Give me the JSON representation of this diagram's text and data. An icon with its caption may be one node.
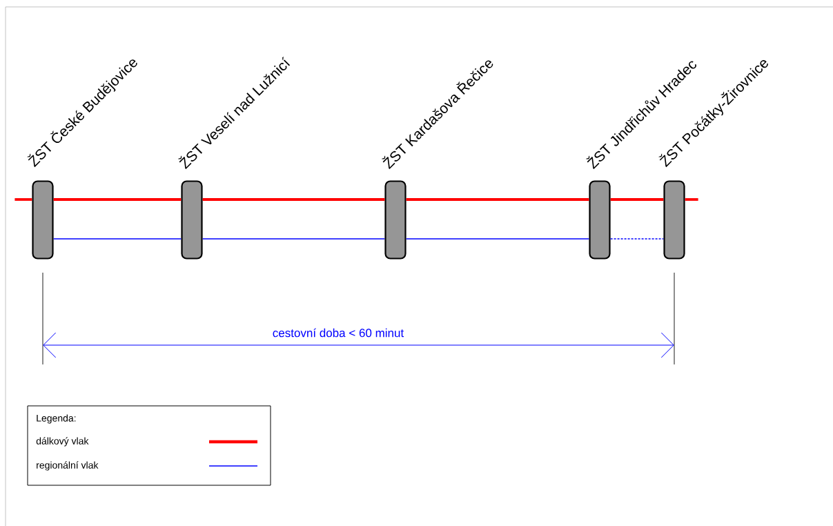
{
  "diagram": {
    "nodes": [
      {
        "text": [],
        "shape": "box",
        "beside": [
          "ŽST České  Budějovice"
        ]
      },
      {
        "text": [],
        "shape": "box",
        "beside": [
          "ŽST Veselí nad Lužnicí"
        ]
      },
      {
        "text": [],
        "shape": "box",
        "beside": [
          "ŽST Kardašova Řečice"
        ]
      },
      {
        "text": [],
        "shape": "box",
        "beside": [
          "ŽST Jindřichův Hradec"
        ]
      },
      {
        "text": [],
        "shape": "box",
        "beside": [
          "ŽST Počátky-Žirovnice"
        ]
      }
    ],
    "edges": [
      {
        "from": null,
        "to": 0,
        "arrow": "none"
      },
      {
        "from": 0,
        "to": 1,
        "arrow": "none"
      },
      {
        "from": 1,
        "to": 2,
        "arrow": "none"
      },
      {
        "from": 2,
        "to": 3,
        "arrow": "none"
      },
      {
        "from": 3,
        "to": 4,
        "arrow": "none"
      },
      {
        "from": 4,
        "to": null,
        "arrow": "none"
      },
      {
        "from": 0,
        "to": 1,
        "arrow": "none",
        "color": "#0000ff"
      },
      {
        "from": 1,
        "to": 2,
        "arrow": "none",
        "color": "#0000ff"
      },
      {
        "from": 2,
        "to": 3,
        "arrow": "none",
        "color": "#0000ff"
      },
      {
        "from": 3,
        "to": 4,
        "arrow": "none",
        "style": "dashed",
        "color": "#0000ff"
      }
    ],
    "labels": [
      "cestovní doba < 60 minut",
      "Legenda:"
    ],
    "legend": [
      {
        "text": "dálkový vlak"
      },
      {
        "text": "regionální vlak"
      }
    ]
  }
}
